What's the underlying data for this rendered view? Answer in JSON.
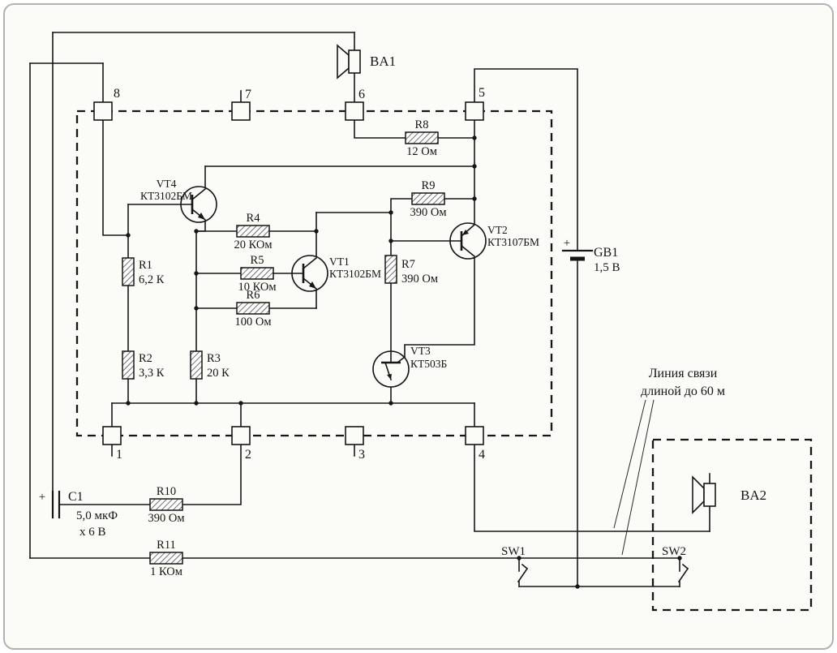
{
  "schematic": {
    "annotation": {
      "line1": "Линия связи",
      "line2": "длиной до 60 м"
    },
    "terminals": {
      "t1": "1",
      "t2": "2",
      "t3": "3",
      "t4": "4",
      "t5": "5",
      "t6": "6",
      "t7": "7",
      "t8": "8"
    },
    "speakers": {
      "ba1": "BA1",
      "ba2": "BA2"
    },
    "battery": {
      "polarity": "+",
      "ref": "GB1",
      "value": "1,5 В"
    },
    "capacitor": {
      "polarity": "+",
      "ref": "С1",
      "value": "5,0 мкФ",
      "rating": "х 6 В"
    },
    "switches": {
      "sw1": "SW1",
      "sw2": "SW2"
    },
    "resistors": {
      "r1": {
        "ref": "R1",
        "value": "6,2 К"
      },
      "r2": {
        "ref": "R2",
        "value": "3,3 К"
      },
      "r3": {
        "ref": "R3",
        "value": "20 К"
      },
      "r4": {
        "ref": "R4",
        "value": "20 КОм"
      },
      "r5": {
        "ref": "R5",
        "value": "10 КОм"
      },
      "r6": {
        "ref": "R6",
        "value": "100 Ом"
      },
      "r7": {
        "ref": "R7",
        "value": "390 Ом"
      },
      "r8": {
        "ref": "R8",
        "value": "12 Ом"
      },
      "r9": {
        "ref": "R9",
        "value": "390 Ом"
      },
      "r10": {
        "ref": "R10",
        "value": "390 Ом"
      },
      "r11": {
        "ref": "R11",
        "value": "1 КОм"
      }
    },
    "transistors": {
      "vt1": {
        "ref": "VT1",
        "part": "КТ3102БМ"
      },
      "vt2": {
        "ref": "VT2",
        "part": "КТ3107БМ"
      },
      "vt3": {
        "ref": "VT3",
        "part": "КТ503Б"
      },
      "vt4": {
        "ref": "VT4",
        "part": "КТ3102БМ"
      }
    },
    "colors": {
      "wire": "#161616",
      "background": "#fbfbf7",
      "frame": "#b3b3ae"
    }
  }
}
